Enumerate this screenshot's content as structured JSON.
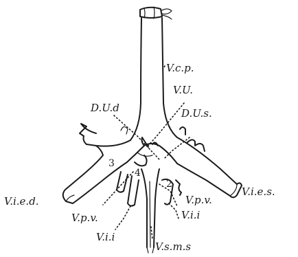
{
  "labels": {
    "vcp": "V.c.p.",
    "vu": "V.U.",
    "dud": "D.U.d",
    "dus": "D.U.s.",
    "vied": "V.i.e.d.",
    "vies": "V.i.e.s.",
    "vpv_left": "V.p.v.",
    "vpv_right": "V.p.v.",
    "vii_left": "V.i.i",
    "vii_right": "V.i.i",
    "vsms": "V.s.m.s",
    "n2": "2",
    "n3": "3",
    "n4": "4"
  }
}
